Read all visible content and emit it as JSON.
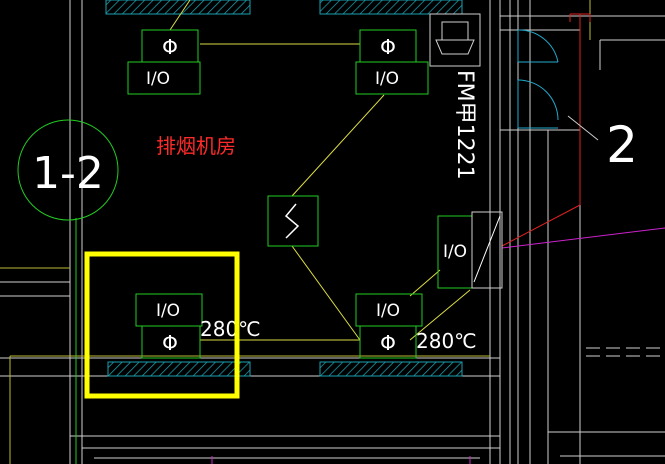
{
  "colors": {
    "background": "#000000",
    "device": "#22cc22",
    "wire": "#dddd44",
    "wall": "#cfcfcf",
    "hatch": "#1aa0b0",
    "dim": "#ffffff",
    "label_red": "#ff2a2a",
    "magenta": "#cc22cc",
    "door": "#22aacc",
    "highlight": "#ffff00"
  },
  "room": {
    "name": "排烟机房"
  },
  "axis": {
    "tag_left": "1-2",
    "tag_right": "2"
  },
  "door_label": "FM甲1221",
  "devices": {
    "switch_label": "I/O",
    "fan_symbol": "Φ",
    "temp_label": "280℃"
  },
  "icons": {
    "zigzag": "damper-zigzag-icon",
    "fan": "fan-phi-icon",
    "speaker": "speaker-icon",
    "valve": "valve-diagonal-icon"
  }
}
